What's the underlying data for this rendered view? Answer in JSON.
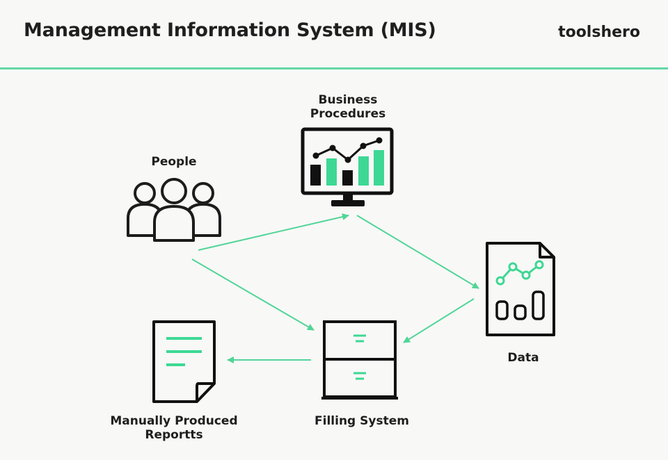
{
  "header": {
    "title": "Management Information System (MIS)",
    "brand": "toolshero"
  },
  "colors": {
    "accent": "#3dd893",
    "ink": "#111111",
    "arrow": "#52d597",
    "divider": "#63d7a4"
  },
  "nodes": {
    "people": {
      "label": "People",
      "icon": "people-icon"
    },
    "business": {
      "label_line1": "Business",
      "label_line2": "Procedures",
      "icon": "monitor-chart-icon"
    },
    "data": {
      "label": "Data",
      "icon": "data-document-icon"
    },
    "filing": {
      "label": "Filling System",
      "icon": "filing-cabinet-icon"
    },
    "reports": {
      "label_line1": "Manually Produced",
      "label_line2": "Reportts",
      "icon": "report-document-icon"
    }
  },
  "edges": [
    {
      "from": "People",
      "to": "Business Procedures"
    },
    {
      "from": "People",
      "to": "Filling System"
    },
    {
      "from": "Business Procedures",
      "to": "Data"
    },
    {
      "from": "Data",
      "to": "Filling System"
    },
    {
      "from": "Filling System",
      "to": "Manually Produced Reportts"
    }
  ]
}
